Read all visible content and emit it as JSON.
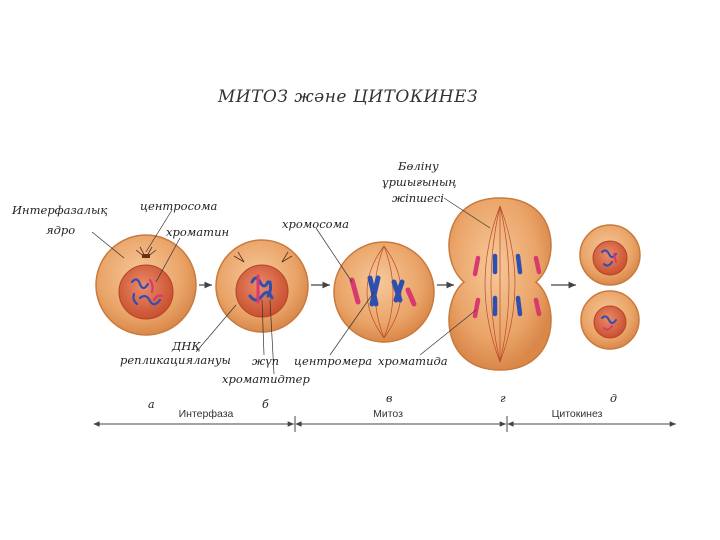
{
  "title": "МИТОЗ және ЦИТОКИНЕЗ",
  "labels": {
    "interphase_nucleus": [
      "Интерфазалық",
      "ядро"
    ],
    "centrosome": "центросома",
    "chromatin": "хроматин",
    "chromosome": "хромосома",
    "spindle": [
      "Бөліну",
      "ұршығының",
      "жіпшесі"
    ],
    "dna_replication": [
      "ДНҚ",
      "репликациялануы"
    ],
    "crossing": "жүп",
    "chromatids": "хроматидтер",
    "centromere": "центромера",
    "chromatid": "хроматида"
  },
  "stage_letters": [
    "а",
    "б",
    "в",
    "г",
    "д"
  ],
  "phases": [
    {
      "name": "Интерфаза"
    },
    {
      "name": "Митоз"
    },
    {
      "name": "Цитокинез"
    }
  ],
  "colors": {
    "cell_fill": "#e8a46a",
    "cell_edge": "#c97a3c",
    "nucleus_fill": "#d9634a",
    "chrom_blue": "#2f4fb0",
    "chrom_pink": "#d63a6e",
    "spindle": "#b84a2a"
  }
}
